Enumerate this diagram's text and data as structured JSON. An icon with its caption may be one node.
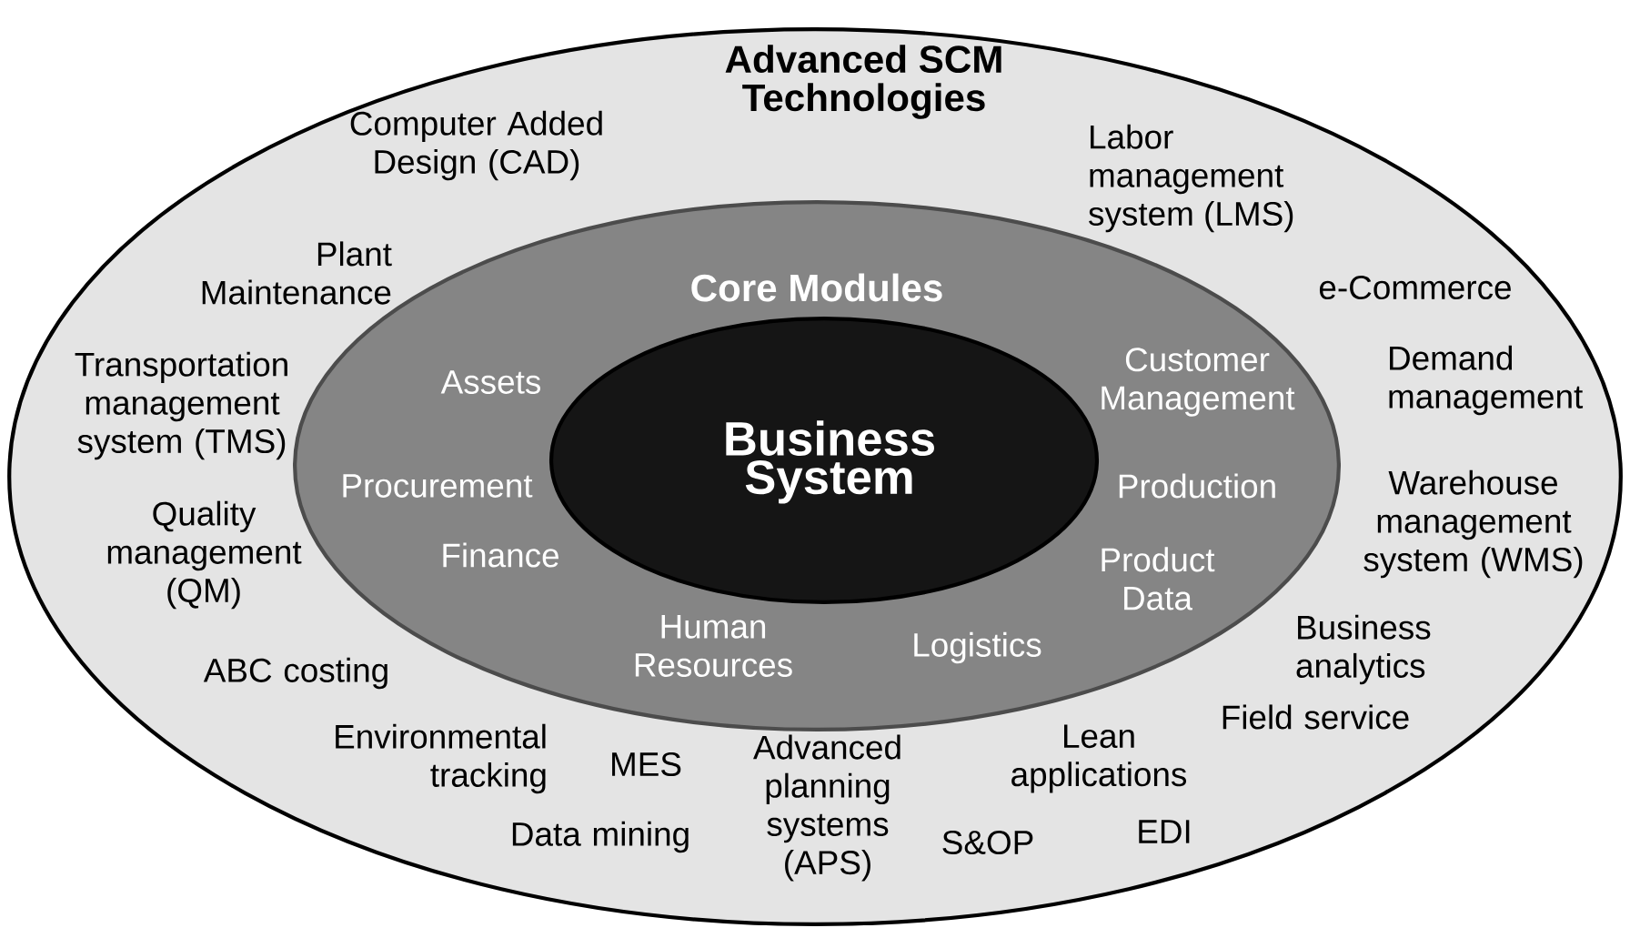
{
  "diagram": {
    "nodes": [
      {
        "text": [
          "Advanced SCM Technologies",
          "Computer Added Design (CAD)",
          "Labor management system (LMS)",
          "Plant Maintenance",
          "e-Commerce",
          "Transportation management system (TMS)",
          "Demand management",
          "Quality management (QM)",
          "Warehouse management system (WMS)",
          "ABC costing",
          "Business analytics",
          "Field service",
          "Environmental tracking",
          "MES",
          "Advanced planning systems (APS)",
          "Lean applications",
          "Data mining",
          "S&OP",
          "EDI"
        ]
      },
      {
        "text": [
          "Core Modules",
          "Assets",
          "Customer Management",
          "Procurement",
          "Production",
          "Finance",
          "Product Data",
          "Human Resources",
          "Logistics"
        ],
        "in": 0
      },
      {
        "text": [
          "Business System"
        ],
        "in": 1
      }
    ]
  }
}
